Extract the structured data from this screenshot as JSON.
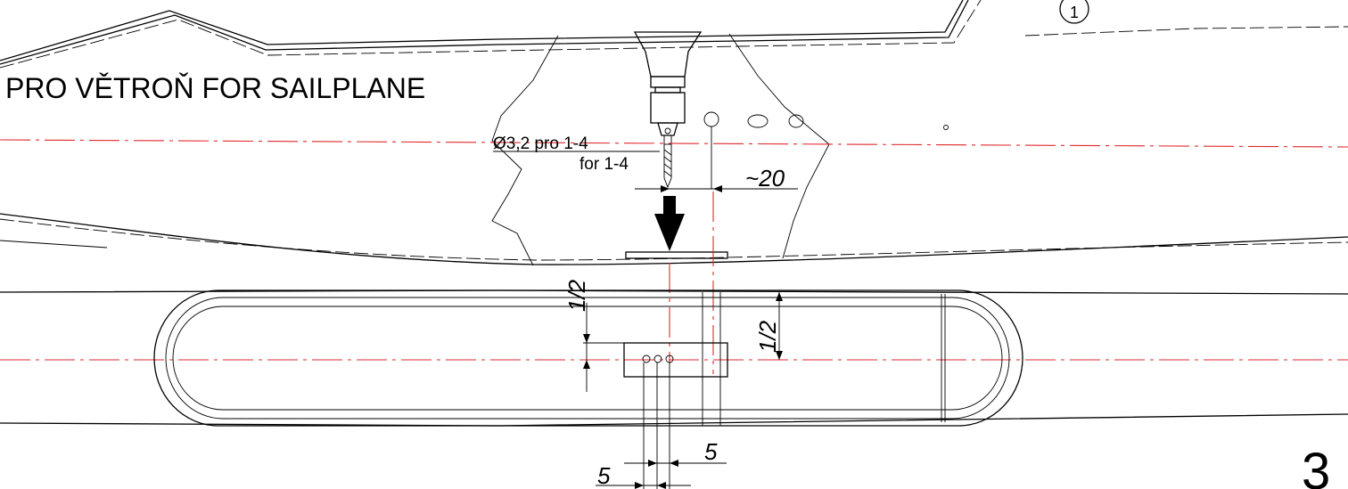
{
  "heading": "PRO VĚTROŇ  FOR SAILPLANE",
  "drill_note": {
    "line1": "Ø3,2 pro 1-4",
    "line2": "for 1-4"
  },
  "dimensions": {
    "offset_from_hole": "~20",
    "half_left": "1/2",
    "half_right": "1/2",
    "spacing_right": "5",
    "spacing_bottom": "5"
  },
  "callout_number": "1",
  "step_number": "3",
  "colors": {
    "line": "#000000",
    "centerline": "#e0282c"
  },
  "icons": [
    "drill-icon",
    "arrow-down-icon",
    "callout-circle-icon"
  ]
}
